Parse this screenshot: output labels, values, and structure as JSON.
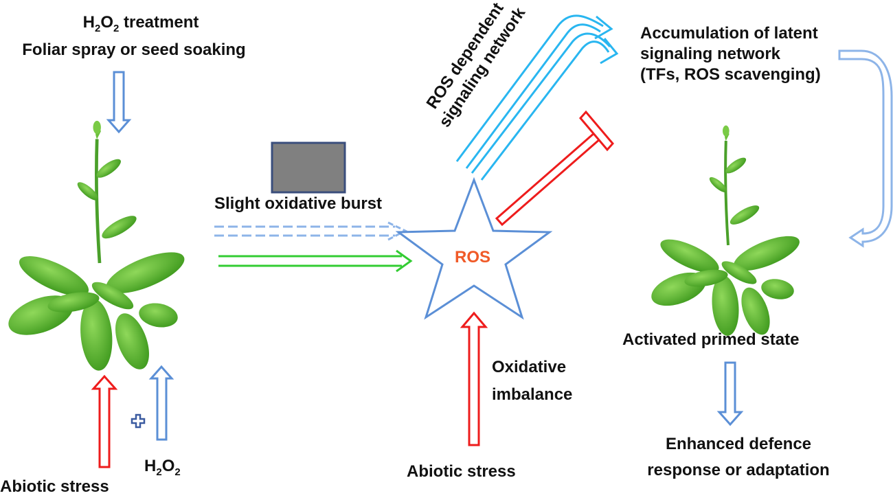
{
  "labels": {
    "h2o2_treatment": {
      "pre": "H",
      "sub1": "2",
      "mid": "O",
      "sub2": "2",
      "post": " treatment"
    },
    "foliar_spray": "Foliar spray or seed soaking",
    "slight_burst": "Slight oxidative burst",
    "ros_network_line1": "ROS dependent",
    "ros_network_line2": "signaling network",
    "accumulation_line1": "Accumulation of latent",
    "accumulation_line2": "signaling network",
    "accumulation_line3": "(TFs, ROS scavenging)",
    "ros": "ROS",
    "oxidative_line1": "Oxidative",
    "oxidative_line2": "imbalance",
    "abiotic_stress_center": "Abiotic stress",
    "abiotic_stress_left": "Abiotic stress",
    "h2o2_bottom": {
      "pre": "H",
      "sub1": "2",
      "mid": "O",
      "sub2": "2"
    },
    "activated_primed": "Activated primed state",
    "enhanced_line1": "Enhanced defence",
    "enhanced_line2": "response or adaptation"
  },
  "icons": {
    "plus": "plus-icon",
    "plant": "plant-icon",
    "star": "star-icon",
    "inhibit": "inhibition-bar-icon"
  },
  "colors": {
    "blue_arrow": "#5b8fd6",
    "light_blue_arrow": "#29b6f0",
    "red_arrow": "#ee1c1c",
    "green_arrow": "#33cc33",
    "ros_text": "#f05a28",
    "leaf": "#5cb82e",
    "gray_box": "#808080",
    "gray_box_border": "#3a4e7c"
  }
}
